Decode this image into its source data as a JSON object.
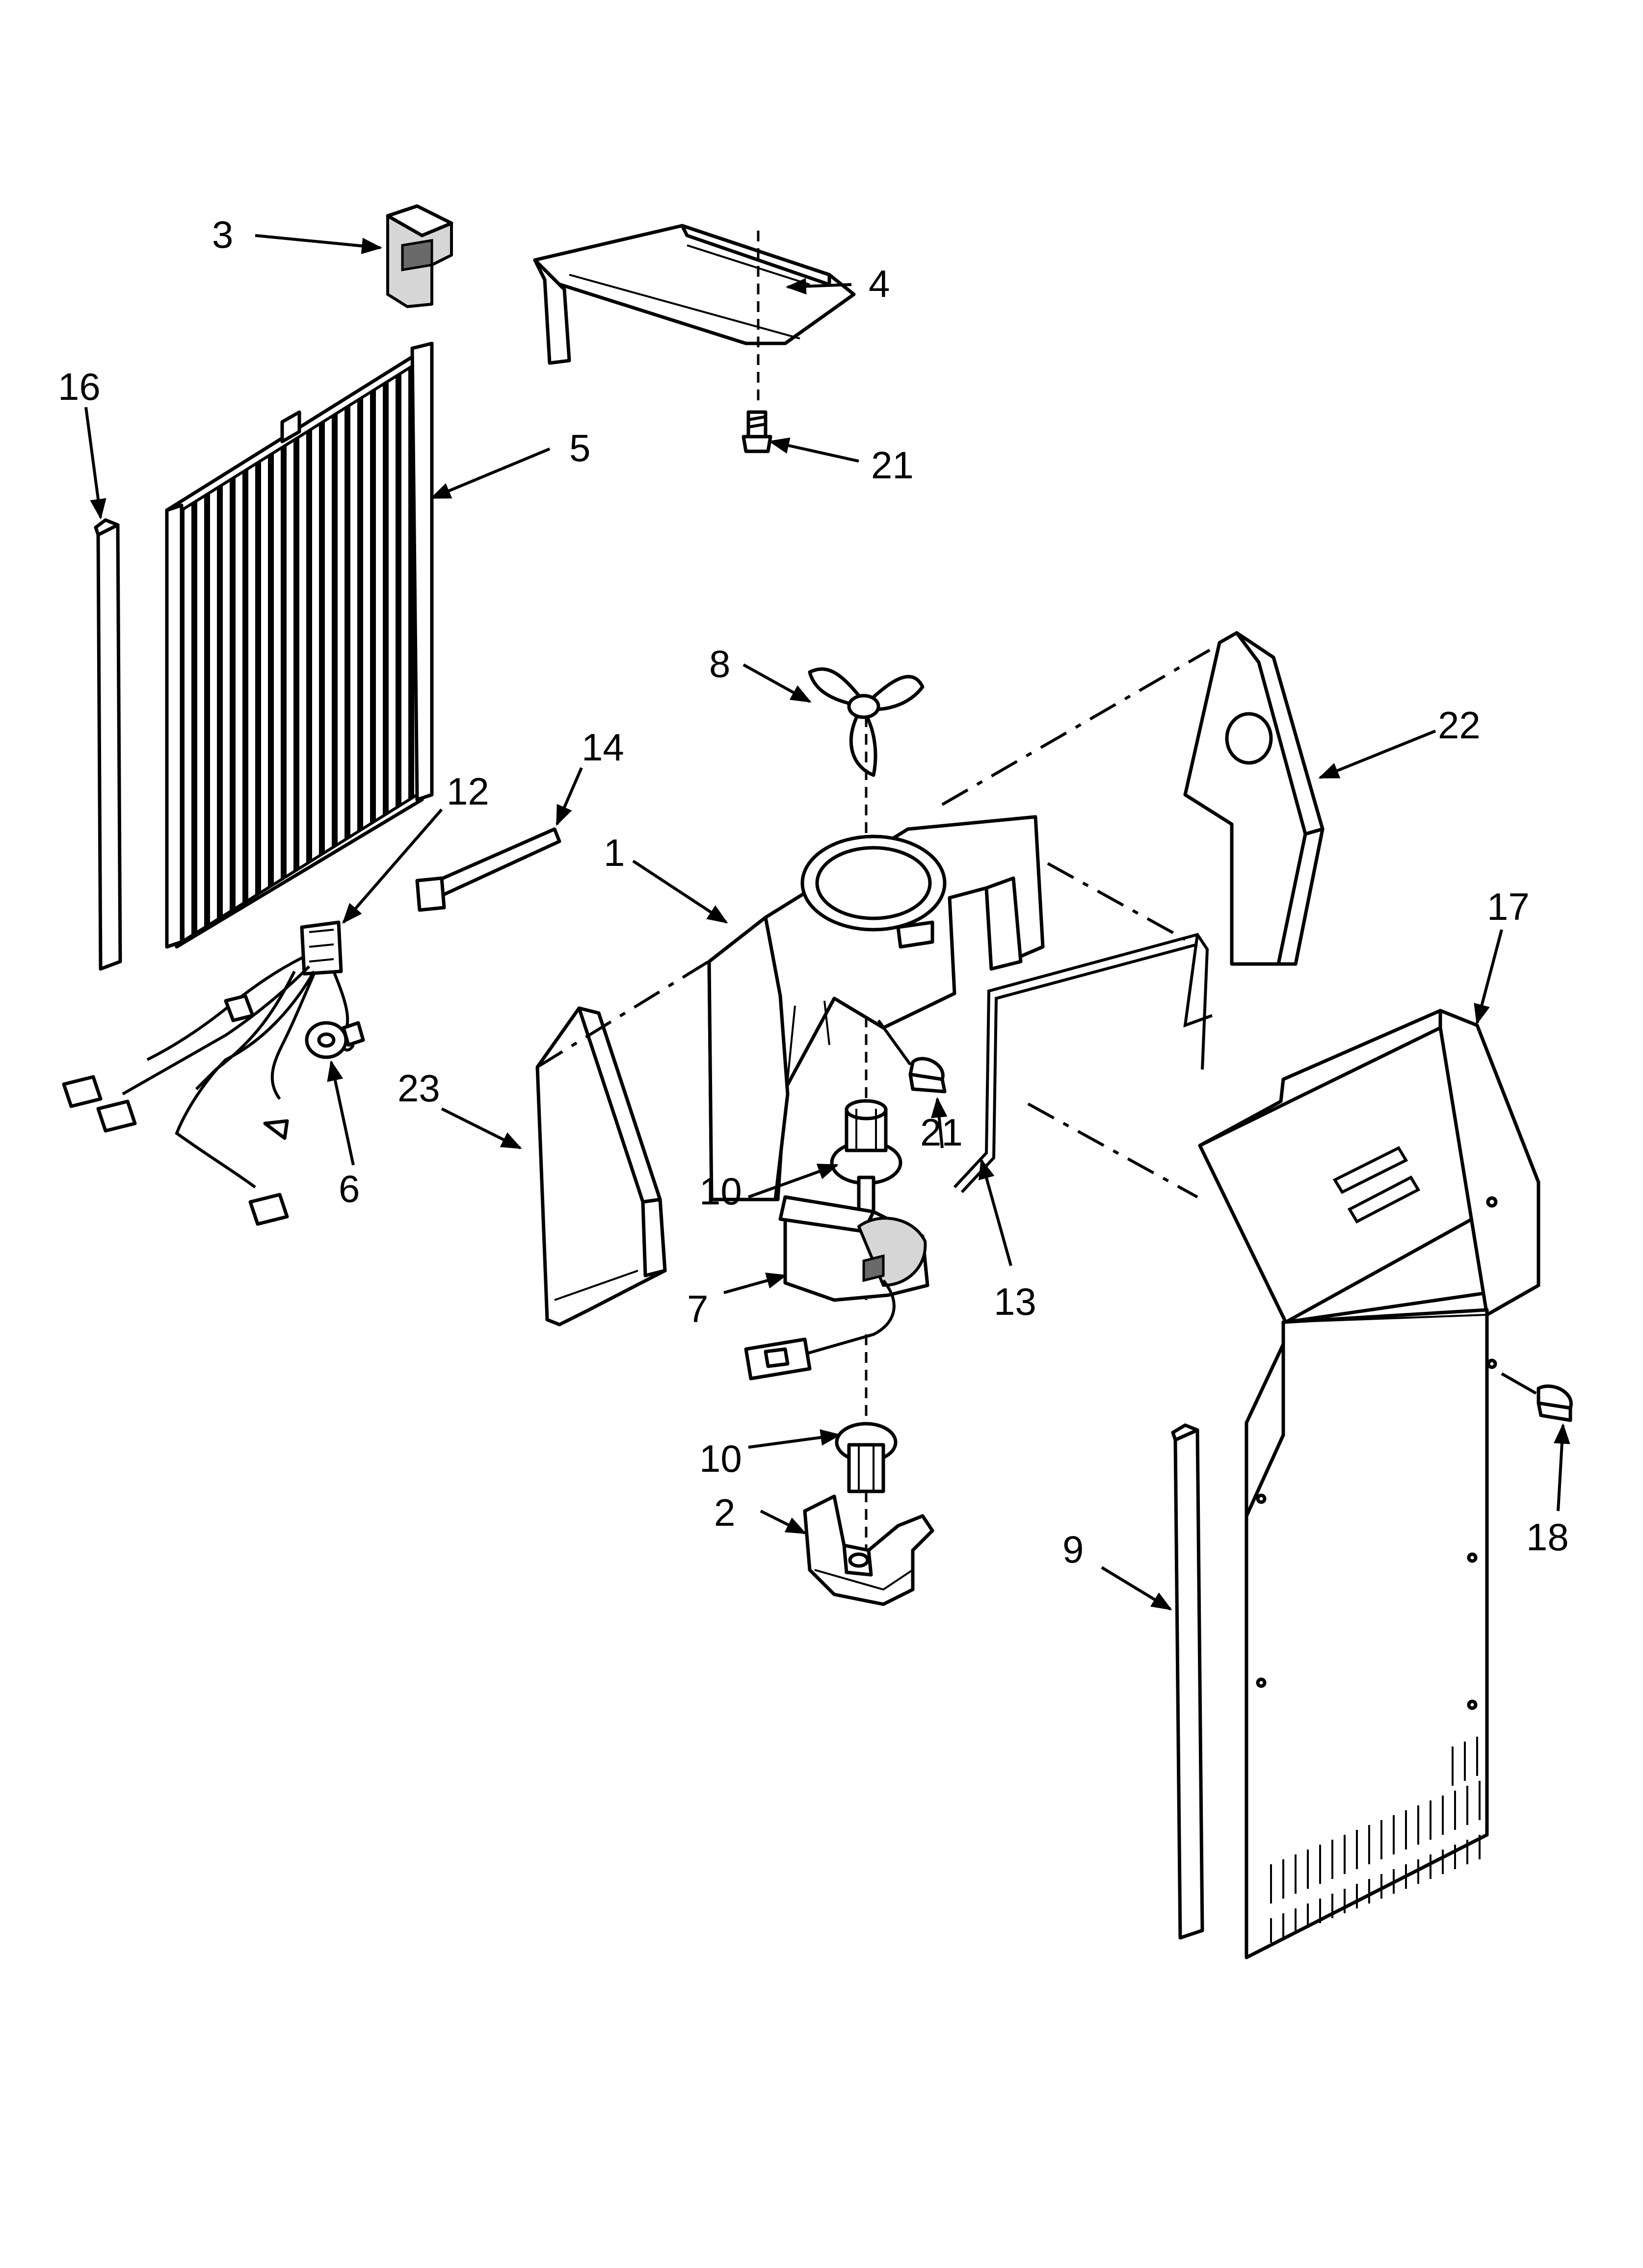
{
  "diagram": {
    "type": "exploded-parts-diagram",
    "callouts": {
      "c1": "1",
      "c2": "2",
      "c3": "3",
      "c4": "4",
      "c5": "5",
      "c6": "6",
      "c7": "7",
      "c8": "8",
      "c9": "9",
      "c10a": "10",
      "c10b": "10",
      "c12": "12",
      "c13": "13",
      "c14": "14",
      "c16": "16",
      "c17": "17",
      "c18": "18",
      "c21a": "21",
      "c21b": "21",
      "c22": "22",
      "c23": "23"
    }
  }
}
